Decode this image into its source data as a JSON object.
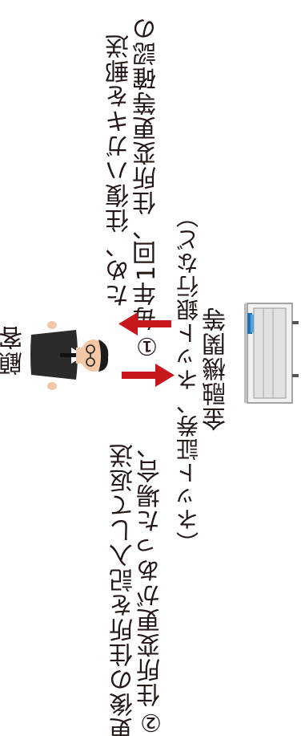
{
  "institution": {
    "name": "金融機関等",
    "sub": "（ネット証券、ネット銀行など）"
  },
  "customer": {
    "label": "顧客"
  },
  "step1": {
    "line1": "①毎年1回、住所変更等確認の",
    "line2": "ため、往復ハガキを郵送"
  },
  "step2": {
    "line1": "②住所変更があった場合、",
    "line2": "変更後の住所を記入して返送"
  },
  "colors": {
    "arrow": "#c8161d",
    "text": "#231815",
    "building_wall": "#e6e6e6",
    "building_window": "#1a73b8"
  }
}
